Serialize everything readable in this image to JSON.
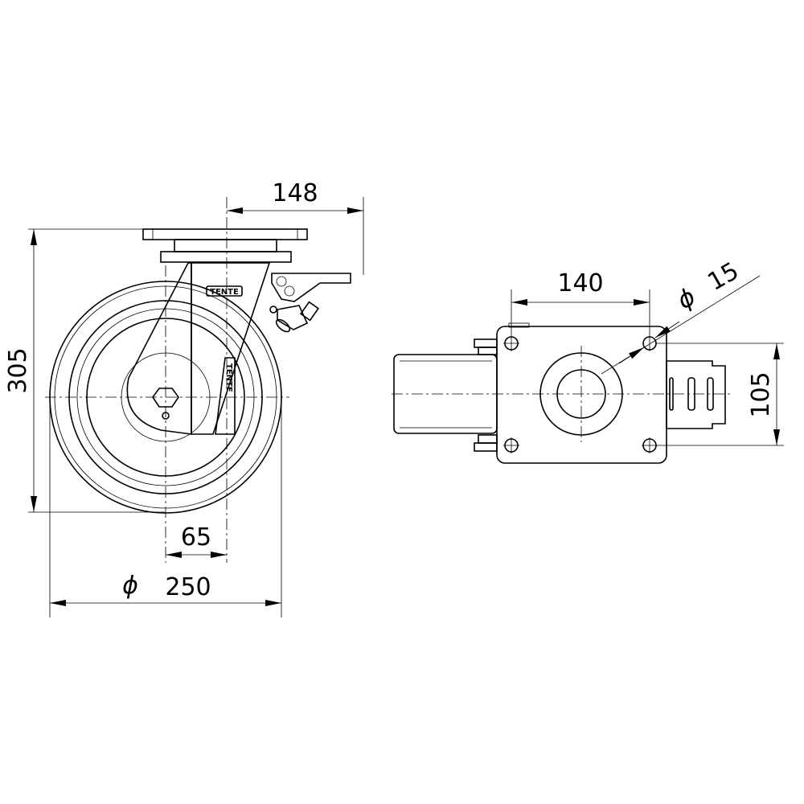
{
  "drawing": {
    "side_view": {
      "dim_offset": "148",
      "dim_height": "305",
      "dim_width": "65",
      "dim_diameter": "250",
      "diameter_symbol": "ϕ",
      "logo": "TENTE"
    },
    "top_view": {
      "dim_hole_spacing_x": "140",
      "dim_hole_spacing_y": "105",
      "dim_hole_diameter": "15",
      "diameter_symbol": "ϕ"
    }
  }
}
